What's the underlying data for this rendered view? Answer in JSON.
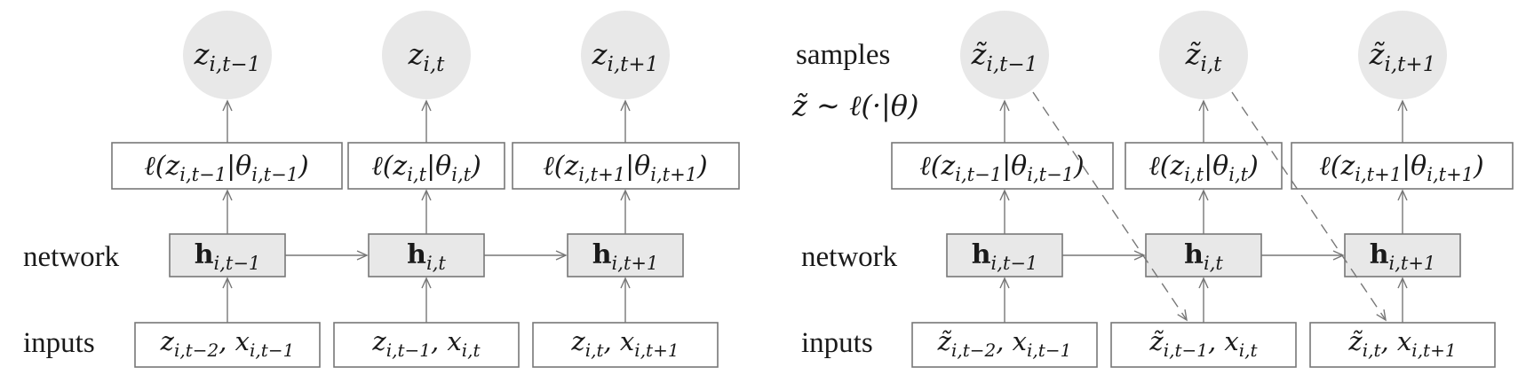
{
  "colors": {
    "node_fill": "#e8e8e8",
    "stroke": "#777777",
    "text": "#1a1a1a"
  },
  "left": {
    "row_labels": {
      "network": "network",
      "inputs": "inputs"
    },
    "columns": [
      {
        "output": "z_{i,t−1}",
        "out_base": "z",
        "out_sub": "i,t−1",
        "likelihood": "ℓ(z_{i,t−1}|θ_{i,t−1})",
        "hidden": "h_{i,t−1}",
        "hid_sub": "i,t−1",
        "input": "z_{i,t−2}, x_{i,t−1}",
        "in_z_sub": "i,t−2",
        "in_x_sub": "i,t−1"
      },
      {
        "output": "z_{i,t}",
        "out_base": "z",
        "out_sub": "i,t",
        "likelihood": "ℓ(z_{i,t}|θ_{i,t})",
        "hidden": "h_{i,t}",
        "hid_sub": "i,t",
        "input": "z_{i,t−1}, x_{i,t}",
        "in_z_sub": "i,t−1",
        "in_x_sub": "i,t"
      },
      {
        "output": "z_{i,t+1}",
        "out_base": "z",
        "out_sub": "i,t+1",
        "likelihood": "ℓ(z_{i,t+1}|θ_{i,t+1})",
        "hidden": "h_{i,t+1}",
        "hid_sub": "i,t+1",
        "input": "z_{i,t}, x_{i,t+1}",
        "in_z_sub": "i,t",
        "in_x_sub": "i,t+1"
      }
    ]
  },
  "right": {
    "row_labels": {
      "samples": "samples",
      "sampling": "z̃ ∼ ℓ(·|θ)",
      "network": "network",
      "inputs": "inputs"
    },
    "columns": [
      {
        "output": "z̃_{i,t−1}",
        "out_base": "z̃",
        "out_sub": "i,t−1",
        "likelihood": "ℓ(z_{i,t−1}|θ_{i,t−1})",
        "hidden": "h_{i,t−1}",
        "hid_sub": "i,t−1",
        "input": "z̃_{i,t−2}, x_{i,t−1}",
        "in_z": "z̃",
        "in_z_sub": "i,t−2",
        "in_x_sub": "i,t−1"
      },
      {
        "output": "z̃_{i,t}",
        "out_base": "z̃",
        "out_sub": "i,t",
        "likelihood": "ℓ(z_{i,t}|θ_{i,t})",
        "hidden": "h_{i,t}",
        "hid_sub": "i,t",
        "input": "z̃_{i,t−1}, x_{i,t}",
        "in_z": "z̃",
        "in_z_sub": "i,t−1",
        "in_x_sub": "i,t"
      },
      {
        "output": "z̃_{i,t+1}",
        "out_base": "z̃",
        "out_sub": "i,t+1",
        "likelihood": "ℓ(z_{i,t+1}|θ_{i,t+1})",
        "hidden": "h_{i,t+1}",
        "hid_sub": "i,t+1",
        "input": "z̃_{i,t}, x_{i,t+1}",
        "in_z": "z̃",
        "in_z_sub": "i,t",
        "in_x_sub": "i,t+1"
      }
    ]
  }
}
